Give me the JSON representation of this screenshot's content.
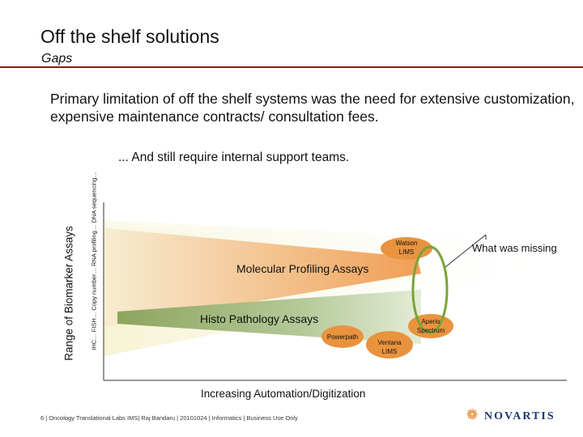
{
  "slide": {
    "title": "Off the shelf solutions",
    "subtitle": "Gaps",
    "intro": "Primary limitation of off the shelf systems was the need for extensive customization, expensive maintenance contracts/ consultation fees.",
    "note": "... And still require internal support teams."
  },
  "diagram": {
    "y_axis_label": "Range of Biomarker Assays",
    "y_axis_sublabel": "IHC… FISH… Copy number… RNA profiling… DNA sequencing…",
    "x_axis_label": "Increasing  Automation/Digitization",
    "bands": [
      {
        "label": "Molecular Profiling Assays",
        "color": "#f0a35a"
      },
      {
        "label": "Histo Pathology Assays",
        "color": "#8aa85a"
      }
    ],
    "products": [
      {
        "name": "Watson\nLIMS",
        "color": "#e8933f"
      },
      {
        "name": "Powerpath",
        "color": "#e8933f"
      },
      {
        "name": "Ventana\nLIMS",
        "color": "#e8933f"
      },
      {
        "name": "Aperio\nSpectrum",
        "color": "#e8933f"
      }
    ],
    "gap_label": "What was missing"
  },
  "footer": {
    "text": "6 | Oncology Translational Labs IMS| Raj Bandaru | 20101024 | Informatics | Business Use Only",
    "logo_text": "NOVARTIS",
    "logo_icon": "flame-icon"
  }
}
